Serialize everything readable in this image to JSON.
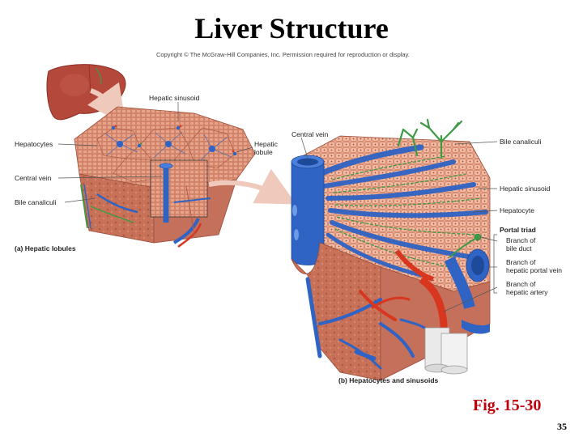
{
  "slide": {
    "title": "Liver Structure",
    "copyright": "Copyright © The McGraw-Hill Companies, Inc. Permission required for reproduction or display.",
    "figure_ref": "Fig. 15-30",
    "page_number": "35"
  },
  "panel_a": {
    "caption": "(a) Hepatic lobules",
    "labels": {
      "hepatic_sinusoid": "Hepatic sinusoid",
      "hepatocytes": "Hepatocytes",
      "hepatic_lobule_1": "Hepatic",
      "hepatic_lobule_2": "lobule",
      "central_vein": "Central vein",
      "bile_canaliculi": "Bile canaliculi"
    }
  },
  "panel_b": {
    "caption": "(b) Hepatocytes and sinusoids",
    "labels": {
      "central_vein": "Central vein",
      "bile_canaliculi": "Bile canaliculi",
      "hepatic_sinusoid": "Hepatic sinusoid",
      "hepatocyte": "Hepatocyte",
      "portal_triad": "Portal triad",
      "bile_duct_1": "Branch of",
      "bile_duct_2": "bile duct",
      "portal_vein_1": "Branch of",
      "portal_vein_2": "hepatic portal vein",
      "hepatic_artery_1": "Branch of",
      "hepatic_artery_2": "hepatic artery"
    }
  },
  "colors": {
    "tissue": "#d98a6c",
    "tissue_dark": "#b45a43",
    "vein": "#2f63c4",
    "artery": "#d8361f",
    "bile": "#3e9a45",
    "liver": "#b4483a"
  }
}
